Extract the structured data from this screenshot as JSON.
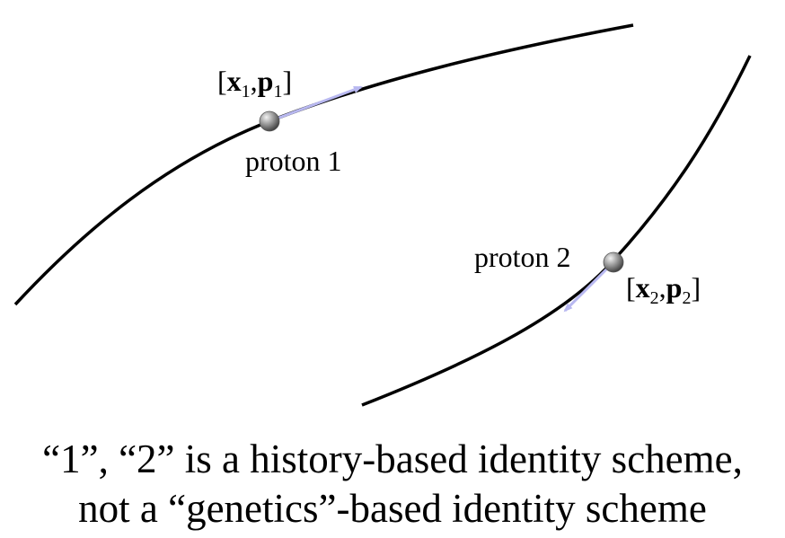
{
  "diagram": {
    "proton1": {
      "label": "proton 1",
      "state": {
        "open": "[",
        "x": "x",
        "x_sub": "1",
        "comma": ",",
        "p": "p",
        "p_sub": "1",
        "close": "]"
      }
    },
    "proton2": {
      "label": "proton 2",
      "state": {
        "open": "[",
        "x": "x",
        "x_sub": "2",
        "comma": ",",
        "p": "p",
        "p_sub": "2",
        "close": "]"
      }
    },
    "colors": {
      "trajectory": "#000000",
      "momentum_arrow": "#b8b8f0",
      "proton_ball_light": "#f2f2f2",
      "proton_ball_dark": "#3a3a3a"
    }
  },
  "caption": {
    "line1": "“1”, “2” is a history-based identity scheme,",
    "line2": "not a “genetics”-based identity scheme"
  }
}
